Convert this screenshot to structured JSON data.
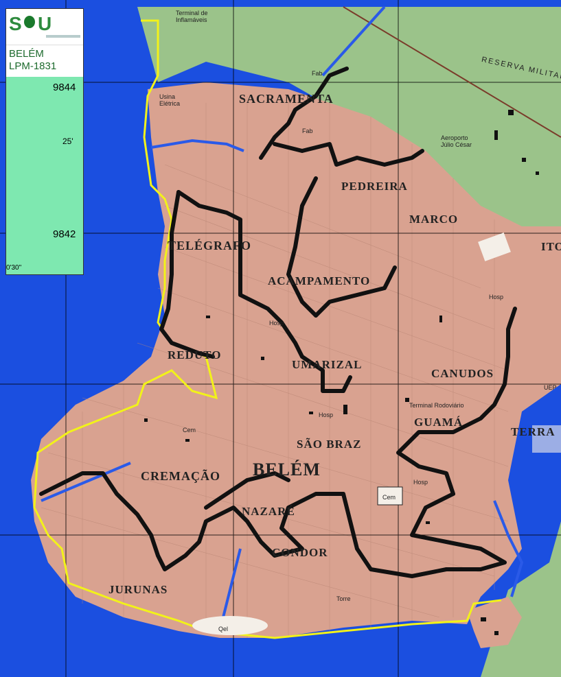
{
  "logo": {
    "letters_left": "S",
    "letters_right": "U"
  },
  "legend": {
    "title_line1": "BELÉM",
    "title_line2": "LPM-1831",
    "coord_top": "9844",
    "coord_mid": "25'",
    "coord_low": "9842",
    "coord_bottom": "0'30\""
  },
  "places": {
    "sacramenta": "SACRAMENTA",
    "pedreira": "PEDREIRA",
    "marco": "MARCO",
    "telegrafo": "TELÉGRAFO",
    "acampamento": "ACAMPAMENTO",
    "reduto": "REDUTO",
    "umarizal": "UMARIZAL",
    "canudos": "CANUDOS",
    "guama": "GUAMÁ",
    "terra": "TERRA",
    "sao_braz": "SÃO BRAZ",
    "belem": "BELÉM",
    "cremacao": "CREMAÇÃO",
    "nazare": "NAZARÉ",
    "condor": "CONDOR",
    "jurunas": "JURUNAS",
    "ito": "ITO"
  },
  "labels": {
    "terminal": "Terminal de Inflamáveis",
    "usina": "Usina Elétrica",
    "reserva": "RESERVA MILITAR",
    "aeroporto": "Aeroporto Júlio César",
    "hosp": "Hosp",
    "cem": "Cem",
    "fab": "Fab",
    "rodoviario": "Terminal Rodoviário",
    "uep": "UEP",
    "torre": "Torre",
    "qel": "Qel"
  },
  "colors": {
    "sea": "#1b4fe0",
    "land": "#d9a290",
    "forest": "#9bc38a",
    "boundary": "#111111",
    "coast_line": "#f2f21a",
    "legend_bg": "#7ee8b0"
  }
}
